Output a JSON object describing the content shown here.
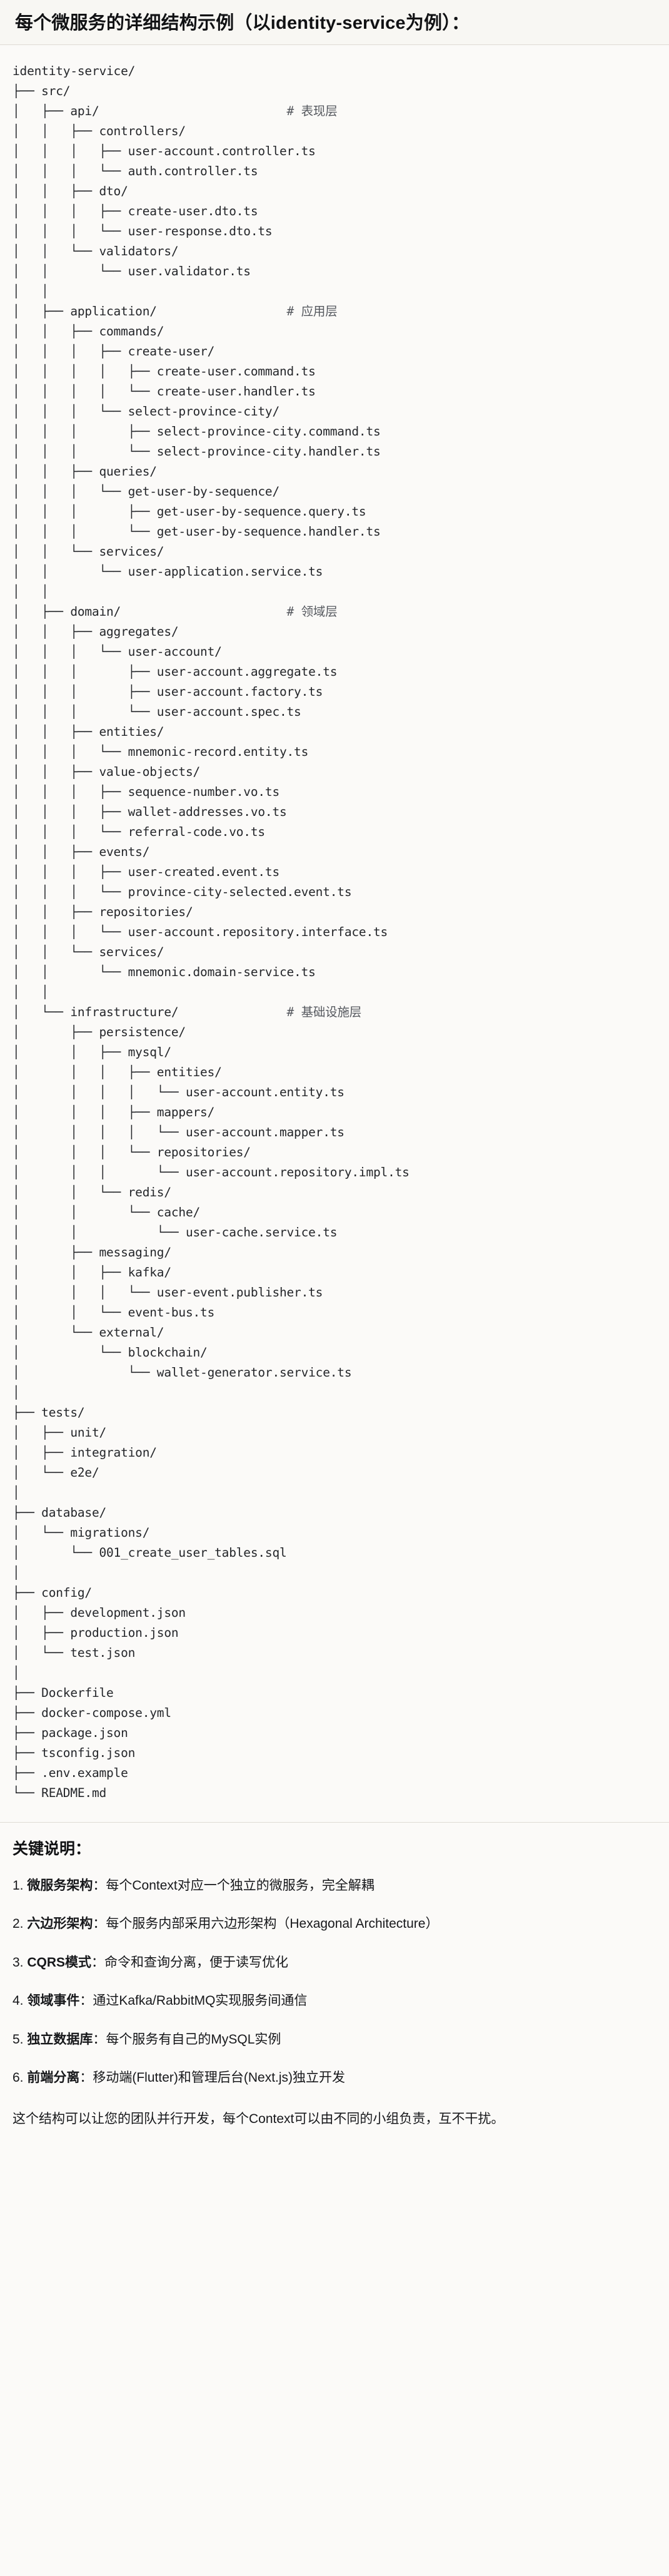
{
  "header": {
    "title": "每个微服务的详细结构示例（以identity-service为例）："
  },
  "tree": {
    "root_label": "identity-service/",
    "text": "identity-service/\n├── src/\n│   ├── api/                          # 表现层\n│   │   ├── controllers/\n│   │   │   ├── user-account.controller.ts\n│   │   │   └── auth.controller.ts\n│   │   ├── dto/\n│   │   │   ├── create-user.dto.ts\n│   │   │   └── user-response.dto.ts\n│   │   └── validators/\n│   │       └── user.validator.ts\n│   │\n│   ├── application/                  # 应用层\n│   │   ├── commands/\n│   │   │   ├── create-user/\n│   │   │   │   ├── create-user.command.ts\n│   │   │   │   └── create-user.handler.ts\n│   │   │   └── select-province-city/\n│   │   │       ├── select-province-city.command.ts\n│   │   │       └── select-province-city.handler.ts\n│   │   ├── queries/\n│   │   │   └── get-user-by-sequence/\n│   │   │       ├── get-user-by-sequence.query.ts\n│   │   │       └── get-user-by-sequence.handler.ts\n│   │   └── services/\n│   │       └── user-application.service.ts\n│   │\n│   ├── domain/                       # 领域层\n│   │   ├── aggregates/\n│   │   │   └── user-account/\n│   │   │       ├── user-account.aggregate.ts\n│   │   │       ├── user-account.factory.ts\n│   │   │       └── user-account.spec.ts\n│   │   ├── entities/\n│   │   │   └── mnemonic-record.entity.ts\n│   │   ├── value-objects/\n│   │   │   ├── sequence-number.vo.ts\n│   │   │   ├── wallet-addresses.vo.ts\n│   │   │   └── referral-code.vo.ts\n│   │   ├── events/\n│   │   │   ├── user-created.event.ts\n│   │   │   └── province-city-selected.event.ts\n│   │   ├── repositories/\n│   │   │   └── user-account.repository.interface.ts\n│   │   └── services/\n│   │       └── mnemonic.domain-service.ts\n│   │\n│   └── infrastructure/               # 基础设施层\n│       ├── persistence/\n│       │   ├── mysql/\n│       │   │   ├── entities/\n│       │   │   │   └── user-account.entity.ts\n│       │   │   ├── mappers/\n│       │   │   │   └── user-account.mapper.ts\n│       │   │   └── repositories/\n│       │   │       └── user-account.repository.impl.ts\n│       │   └── redis/\n│       │       └── cache/\n│       │           └── user-cache.service.ts\n│       ├── messaging/\n│       │   ├── kafka/\n│       │   │   └── user-event.publisher.ts\n│       │   └── event-bus.ts\n│       └── external/\n│           └── blockchain/\n│               └── wallet-generator.service.ts\n│\n├── tests/\n│   ├── unit/\n│   ├── integration/\n│   └── e2e/\n│\n├── database/\n│   └── migrations/\n│       └── 001_create_user_tables.sql\n│\n├── config/\n│   ├── development.json\n│   ├── production.json\n│   └── test.json\n│\n├── Dockerfile\n├── docker-compose.yml\n├── package.json\n├── tsconfig.json\n├── .env.example\n└── README.md",
    "layer_comments": [
      {
        "path": "src/api/",
        "comment": "# 表现层"
      },
      {
        "path": "src/application/",
        "comment": "# 应用层"
      },
      {
        "path": "src/domain/",
        "comment": "# 领域层"
      },
      {
        "path": "src/infrastructure/",
        "comment": "# 基础设施层"
      }
    ]
  },
  "notes": {
    "heading": "关键说明：",
    "items": [
      {
        "num": "1. ",
        "term": "微服务架构",
        "desc": "：每个Context对应一个独立的微服务，完全解耦"
      },
      {
        "num": "2. ",
        "term": "六边形架构",
        "desc": "：每个服务内部采用六边形架构（Hexagonal Architecture）"
      },
      {
        "num": "3. ",
        "term": "CQRS模式",
        "desc": "：命令和查询分离，便于读写优化"
      },
      {
        "num": "4. ",
        "term": "领域事件",
        "desc": "：通过Kafka/RabbitMQ实现服务间通信"
      },
      {
        "num": "5. ",
        "term": "独立数据库",
        "desc": "：每个服务有自己的MySQL实例"
      },
      {
        "num": "6. ",
        "term": "前端分离",
        "desc": "：移动端(Flutter)和管理后台(Next.js)独立开发"
      }
    ],
    "closing": "这个结构可以让您的团队并行开发，每个Context可以由不同的小组负责，互不干扰。"
  },
  "colors": {
    "page_bg": "#fbfaf8",
    "title_bg": "#f8f7f3",
    "divider": "#dedbd4",
    "code_text": "#24262a",
    "comment_text": "#55585e",
    "heading_text": "#111214"
  }
}
